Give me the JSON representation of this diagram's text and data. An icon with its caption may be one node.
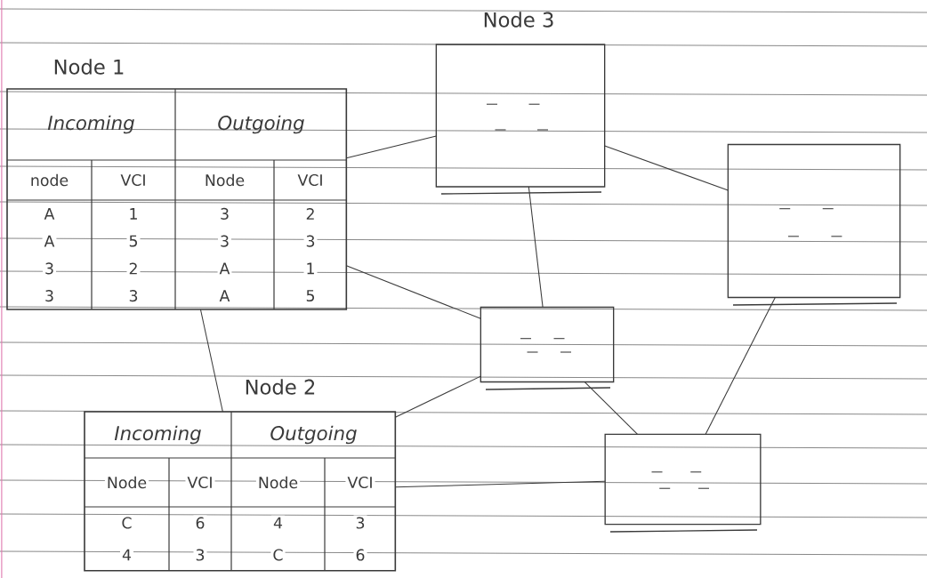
{
  "diagram": {
    "nodes": [
      {
        "text": [
          "Node 1",
          "Incoming",
          "Outgoing",
          "node",
          "VCI",
          "Node",
          "VCI",
          "A",
          "1",
          "3",
          "2",
          "A",
          "5",
          "3",
          "3",
          "3",
          "2",
          "A",
          "1",
          "3",
          "3",
          "A",
          "5"
        ]
      },
      {
        "text": [
          "Node 3"
        ]
      },
      {
        "text": [],
        "shape": "box"
      },
      {
        "text": [],
        "shape": "box"
      },
      {
        "text": [
          "Node 2",
          "Incoming",
          "Outgoing",
          "Node",
          "VCI",
          "Node",
          "VCI",
          "C",
          "6",
          "4",
          "3",
          "4",
          "3",
          "C",
          "6"
        ]
      },
      {
        "text": [],
        "shape": "box"
      }
    ],
    "edges": [
      {
        "from": 0,
        "to": 1,
        "arrow": "none"
      },
      {
        "from": 1,
        "to": 2,
        "arrow": "none"
      },
      {
        "from": 1,
        "to": 3,
        "arrow": "none"
      },
      {
        "from": 0,
        "to": 3,
        "arrow": "none"
      },
      {
        "from": 0,
        "to": 4,
        "arrow": "none"
      },
      {
        "from": 4,
        "to": 3,
        "arrow": "none"
      },
      {
        "from": 3,
        "to": 5,
        "arrow": "none"
      },
      {
        "from": 2,
        "to": 5,
        "arrow": "none"
      },
      {
        "from": 4,
        "to": 5,
        "arrow": "none"
      }
    ]
  }
}
